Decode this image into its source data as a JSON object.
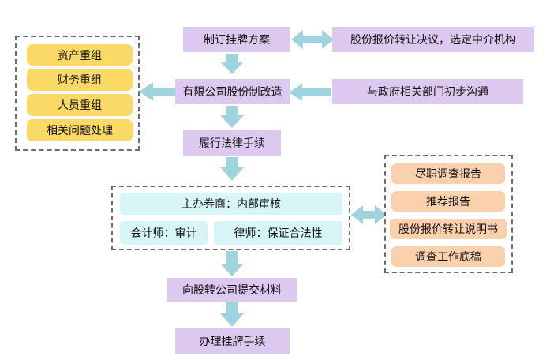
{
  "colors": {
    "arrow": "#9fd3de",
    "purple": "#ddc8ef",
    "yellow": "#fbd967",
    "orange": "#fbd0ad",
    "cyan": "#d7f5f6"
  },
  "main_flow": {
    "step1": "制订挂牌方案",
    "step2": "有限公司股份制改造",
    "step3": "履行法律手续",
    "step5": "向股转公司提交材料",
    "step6": "办理挂牌手续"
  },
  "side_right": {
    "resolution": "股份报价转让决议，选定中介机构",
    "government": "与政府相关部门初步沟通"
  },
  "restructure": {
    "items": [
      "资产重组",
      "财务重组",
      "人员重组",
      "相关问题处理"
    ]
  },
  "review": {
    "lead": "主办券商：内部审核",
    "accountant": "会计师：审计",
    "lawyer": "律师：保证合法性"
  },
  "reports": {
    "items": [
      "尽职调查报告",
      "推荐报告",
      "股份报价转让说明书",
      "调查工作底稿"
    ]
  }
}
